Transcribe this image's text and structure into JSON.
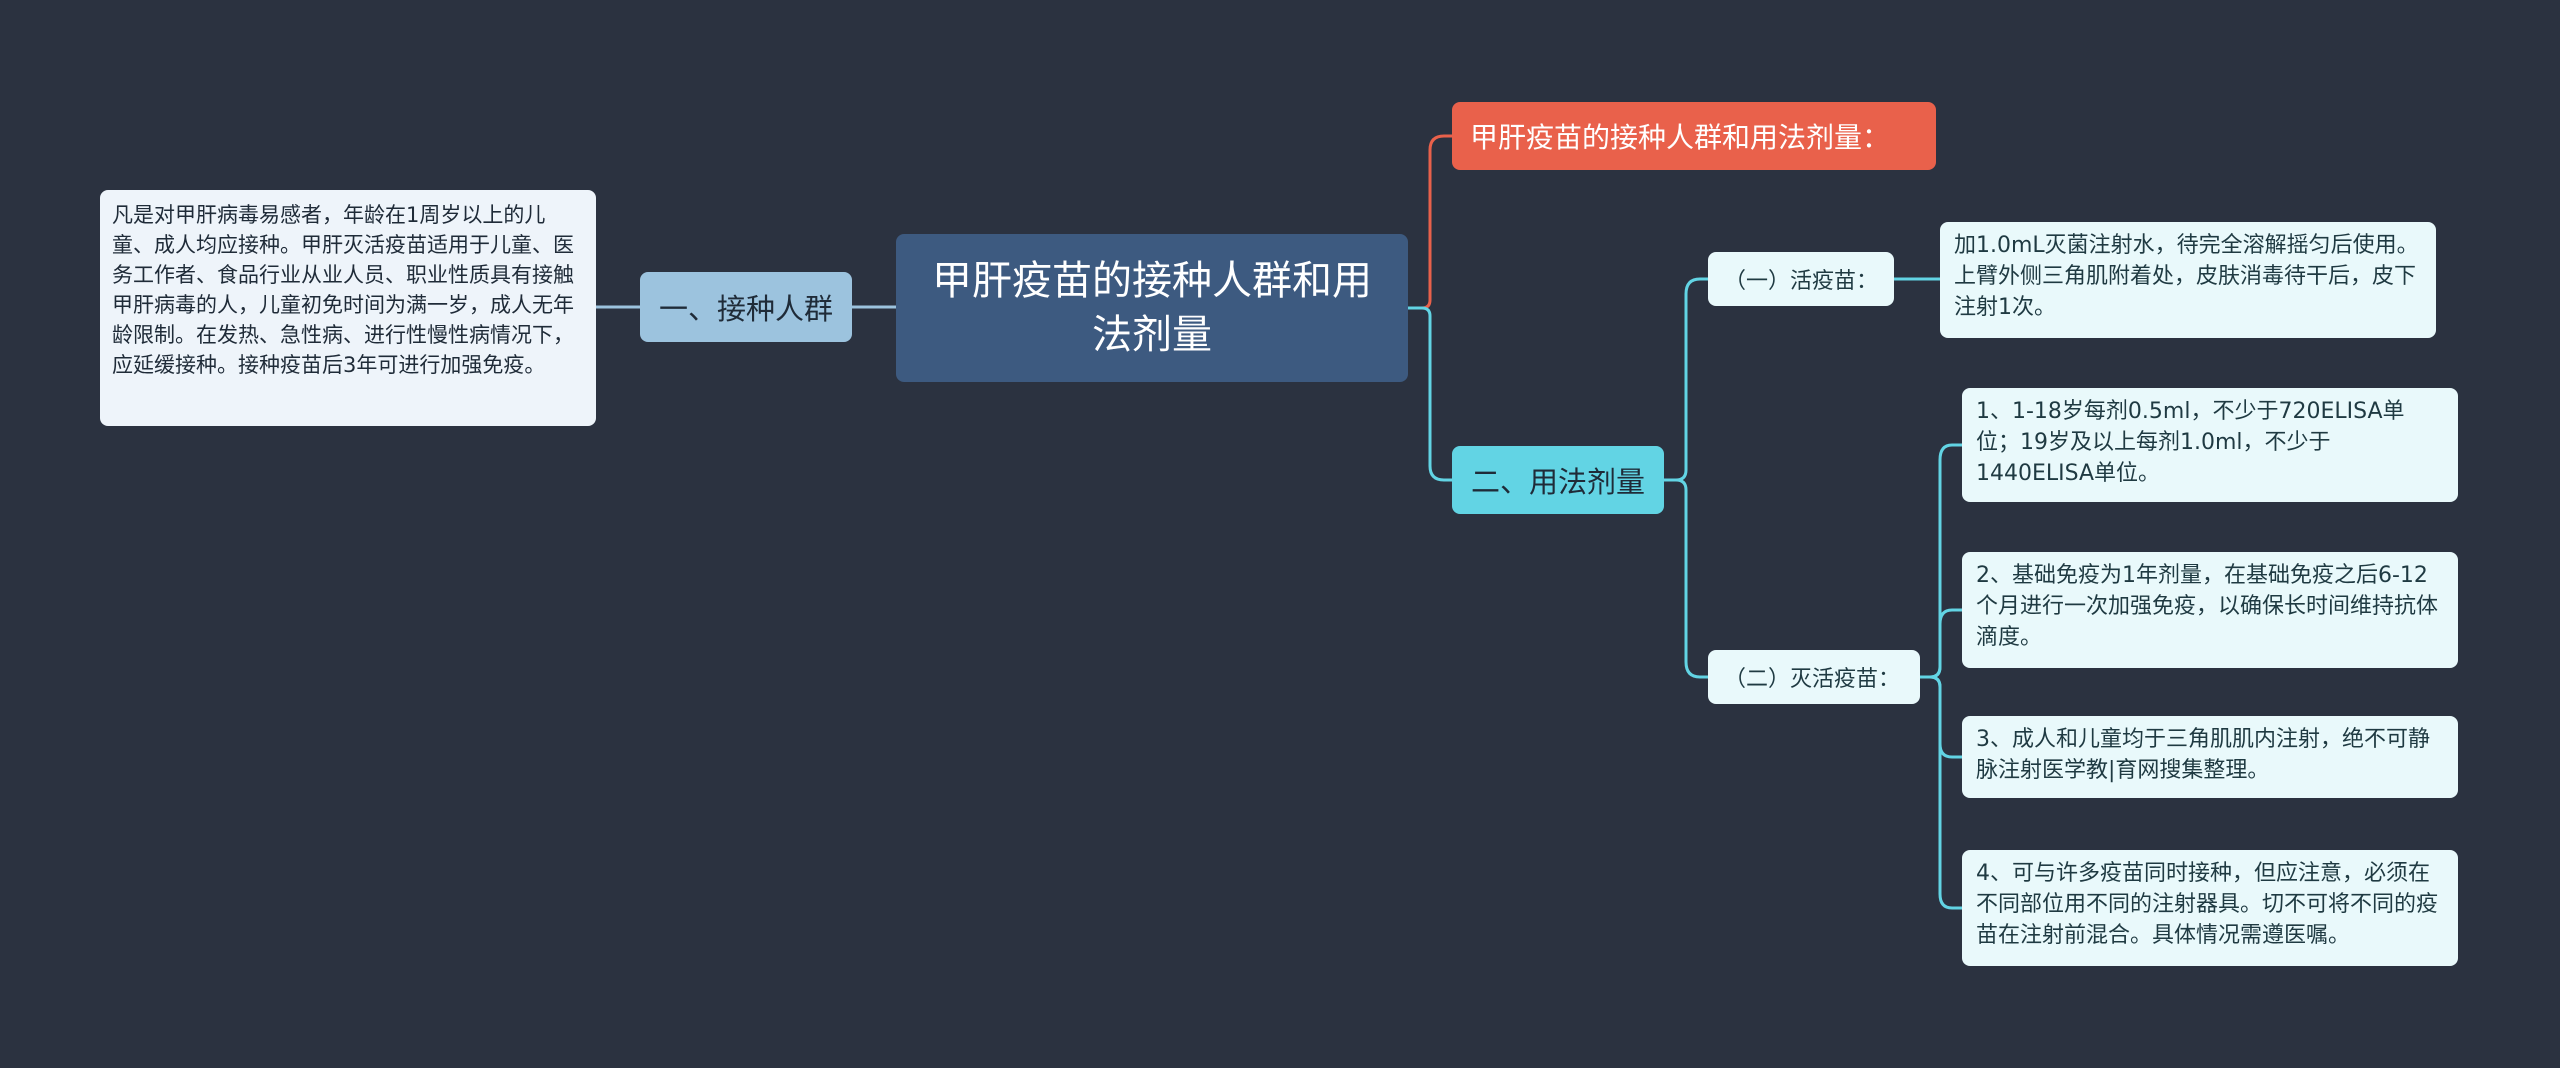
{
  "colors": {
    "background": "#2b3240",
    "root": "#3d5a80",
    "red_branch": "#e9614b",
    "cyan_branch": "#62d4e4",
    "blue_branch": "#9cc3de",
    "leaf": "#e9f9fb",
    "connector_cyan": "#62d4e4",
    "connector_red": "#e9614b",
    "connector_blue": "#9cc3de"
  },
  "root": {
    "title": "甲肝疫苗的接种人群和用法剂量"
  },
  "branch_top": {
    "label": "甲肝疫苗的接种人群和用法剂量："
  },
  "branch_left": {
    "label": "一、接种人群",
    "detail": "凡是对甲肝病毒易感者，年龄在1周岁以上的儿童、成人均应接种。甲肝灭活疫苗适用于儿童、医务工作者、食品行业从业人员、职业性质具有接触甲肝病毒的人，儿童初免时间为满一岁，成人无年龄限制。在发热、急性病、进行性慢性病情况下，应延缓接种。接种疫苗后3年可进行加强免疫。"
  },
  "branch_right": {
    "label": "二、用法剂量",
    "live": {
      "label": "（一）活疫苗：",
      "detail": "加1.0mL灭菌注射水，待完全溶解摇匀后使用。上臂外侧三角肌附着处，皮肤消毒待干后，皮下注射1次。"
    },
    "inactivated": {
      "label": "（二）灭活疫苗：",
      "items": [
        "1、1-18岁每剂0.5ml，不少于720ELISA单位；19岁及以上每剂1.0ml，不少于1440ELISA单位。",
        "2、基础免疫为1年剂量，在基础免疫之后6-12个月进行一次加强免疫，以确保长时间维持抗体滴度。",
        "3、成人和儿童均于三角肌肌内注射，绝不可静脉注射医学教|育网搜集整理。",
        "4、可与许多疫苗同时接种，但应注意，必须在不同部位用不同的注射器具。切不可将不同的疫苗在注射前混合。具体情况需遵医嘱。"
      ]
    }
  }
}
